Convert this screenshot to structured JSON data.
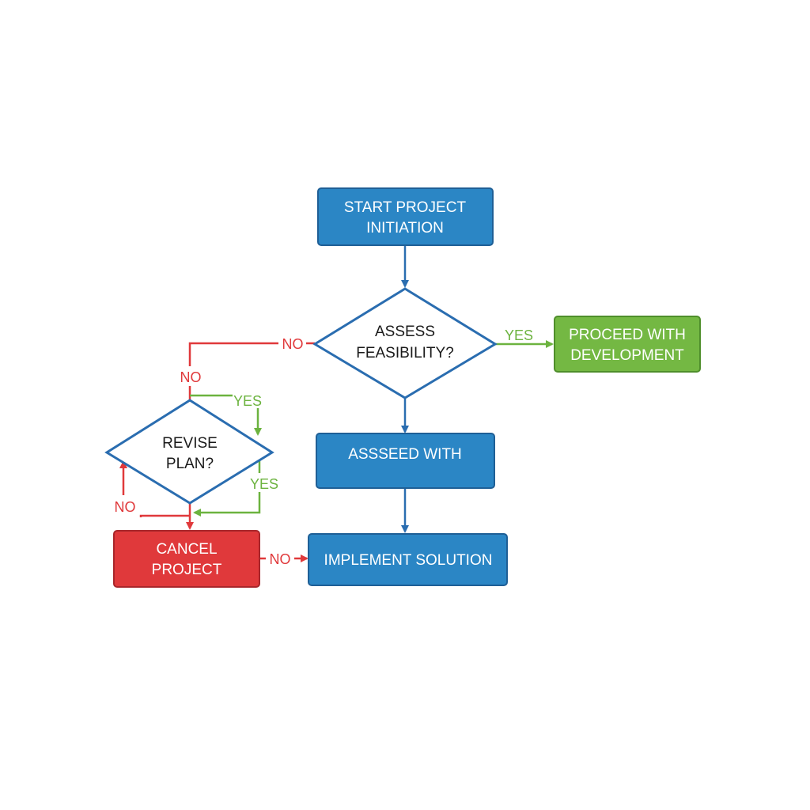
{
  "colors": {
    "blue": "#2b86c5",
    "blue_stroke": "#1f5f96",
    "green": "#74b843",
    "green_stroke": "#4f8e2b",
    "red": "#e0393b",
    "red_stroke": "#a8262b",
    "yes": "#6cb33f",
    "no": "#e0393b",
    "arrow_blue": "#2a6db0"
  },
  "nodes": {
    "start": {
      "line1": "START PROJECT",
      "line2": "INITIATION",
      "shape": "rectangle",
      "color": "blue"
    },
    "assess": {
      "line1": "ASSESS",
      "line2": "FEASIBILITY?",
      "shape": "diamond"
    },
    "proceed": {
      "line1": "PROCEED WITH",
      "line2": "DEVELOPMENT",
      "shape": "rectangle",
      "color": "green"
    },
    "assseed": {
      "line1": "ASSSEED WITH",
      "shape": "rectangle",
      "color": "blue"
    },
    "revise": {
      "line1": "REVISE",
      "line2": "PLAN?",
      "shape": "diamond"
    },
    "cancel": {
      "line1": "CANCEL",
      "line2": "PROJECT",
      "shape": "rectangle",
      "color": "red"
    },
    "implement": {
      "line1": "IMPLEMENT SOLUTION",
      "shape": "rectangle",
      "color": "blue"
    }
  },
  "edges": {
    "assess_yes": "YES",
    "assess_no": "NO",
    "no_to_revise": "NO",
    "revise_yes_top": "YES",
    "revise_yes_right": "YES",
    "revise_no": "NO",
    "cancel_no": "NO"
  }
}
